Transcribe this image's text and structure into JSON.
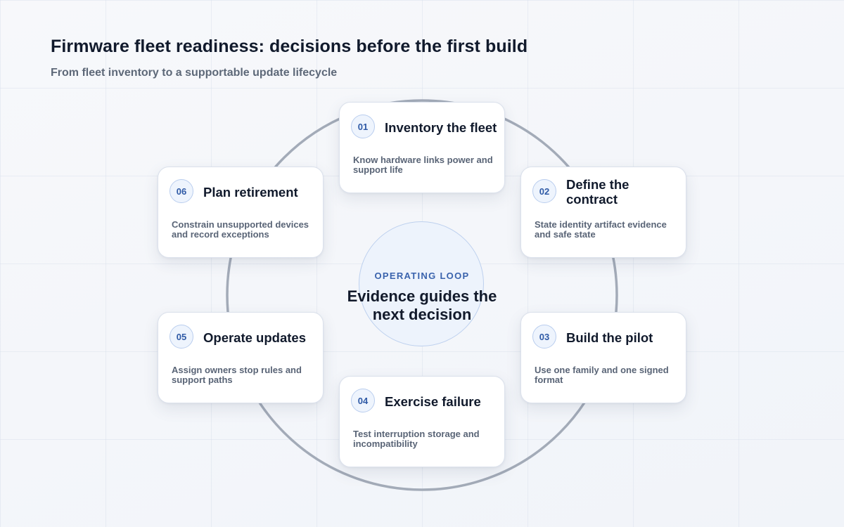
{
  "header": {
    "title": "Firmware fleet readiness: decisions before the first build",
    "subtitle": "From fleet inventory to a supportable update lifecycle"
  },
  "hub": {
    "kicker": "OPERATING LOOP",
    "text": "Evidence guides the next decision"
  },
  "steps": [
    {
      "num": "01",
      "title": "Inventory the fleet",
      "desc": "Know hardware links power and support life"
    },
    {
      "num": "02",
      "title": "Define the contract",
      "desc": "State identity artifact evidence and safe state"
    },
    {
      "num": "03",
      "title": "Build the pilot",
      "desc": "Use one family and one signed format"
    },
    {
      "num": "04",
      "title": "Exercise failure",
      "desc": "Test interruption storage and incompatibility"
    },
    {
      "num": "05",
      "title": "Operate updates",
      "desc": "Assign owners stop rules and support paths"
    },
    {
      "num": "06",
      "title": "Plan retirement",
      "desc": "Constrain unsupported devices and record exceptions"
    }
  ],
  "colors": {
    "accent": "#3a63ad",
    "ring": "#a3abb8",
    "hub_fill": "#edf3fc"
  }
}
